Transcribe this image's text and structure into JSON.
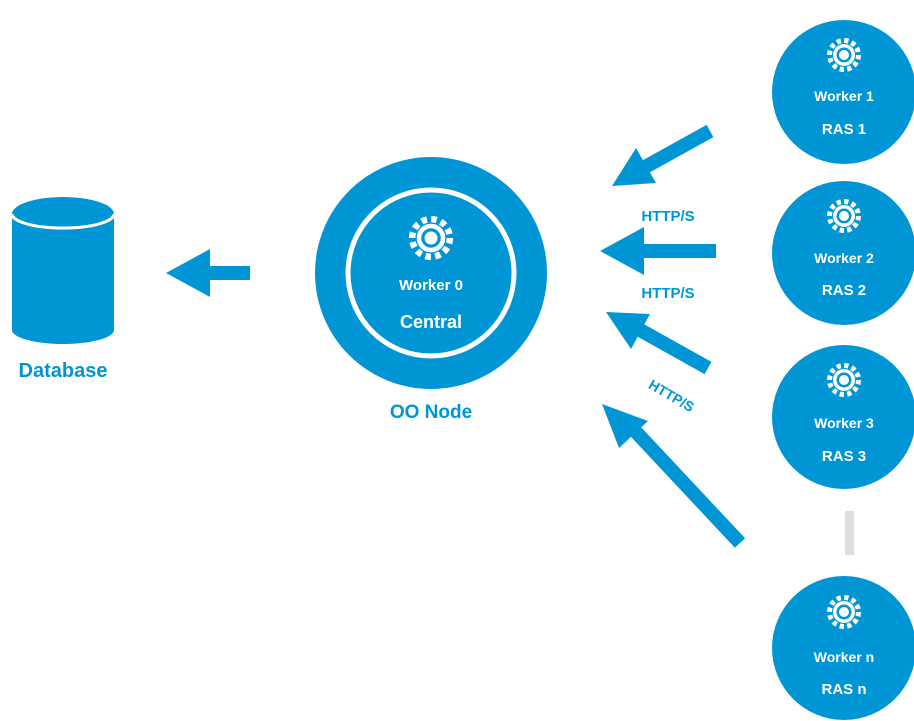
{
  "colors": {
    "primary": "#0096d6",
    "connector": "#dddddd",
    "background": "#ffffff"
  },
  "database": {
    "label": "Database",
    "icon": "database-cylinder-icon"
  },
  "central_node": {
    "worker_label": "Worker 0",
    "role_label": "Central",
    "caption": "OO Node",
    "icon": "gear-icon"
  },
  "workers": [
    {
      "worker_label": "Worker 1",
      "ras_label": "RAS 1",
      "icon": "gear-icon"
    },
    {
      "worker_label": "Worker 2",
      "ras_label": "RAS 2",
      "icon": "gear-icon"
    },
    {
      "worker_label": "Worker 3",
      "ras_label": "RAS 3",
      "icon": "gear-icon"
    },
    {
      "worker_label": "Worker n",
      "ras_label": "RAS n",
      "icon": "gear-icon"
    }
  ],
  "protocol_labels": [
    "HTTP/S",
    "HTTP/S",
    "HTTP/S"
  ]
}
